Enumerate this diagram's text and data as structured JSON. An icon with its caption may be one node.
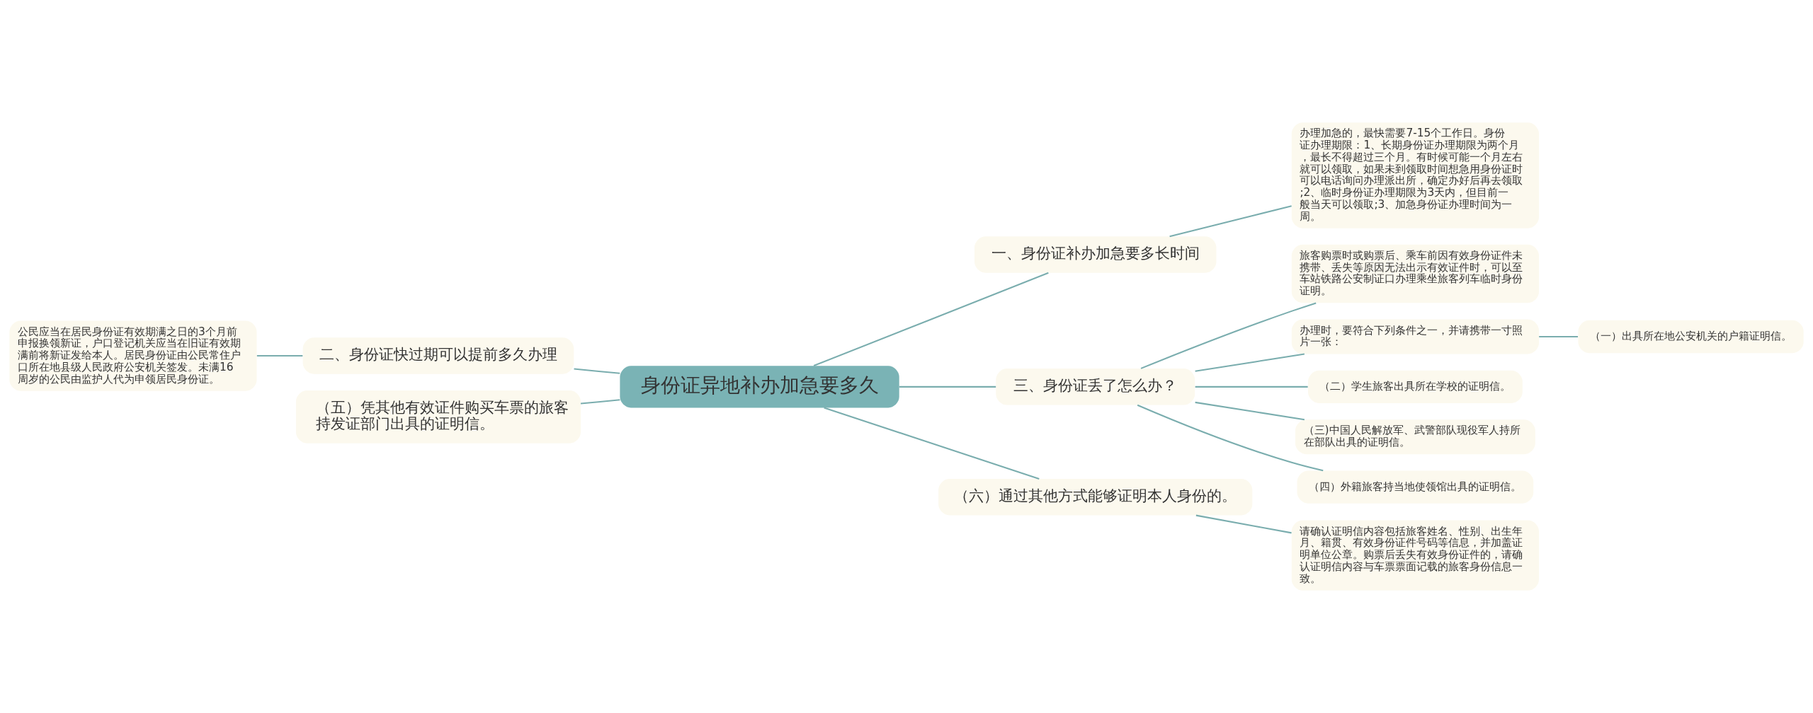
{
  "diagram": {
    "nodes": [
      {
        "text": [
          "身份证异地补办加急要多久"
        ]
      },
      {
        "text": [
          "一、身份证补办加急要多长时间"
        ]
      },
      {
        "text": [
          "办理加急的，最快需要7-15个工作日。身份证办理期限：1、长期身份证办理期限为两个月，最长不得超过三个月。有时候可能一个月左右就可以领取，如果未到领取时间想急用身份证时可以电话询问办理派出所，确定办好后再去领取;2、临时身份证办理期限为3天内，但目前一般当天可以领取;3、加急身份证办理时间为一周。"
        ]
      },
      {
        "text": [
          "三、身份证丢了怎么办？"
        ]
      },
      {
        "text": [
          "旅客购票时或购票后、乘车前因有效身份证件未携带、丢失等原因无法出示有效证件时，可以至车站铁路公安制证口办理乘坐旅客列车临时身份证明。"
        ]
      },
      {
        "text": [
          "办理时，要符合下列条件之一，并请携带一寸照片一张："
        ]
      },
      {
        "text": [
          "（一）出具所在地公安机关的户籍证明信。"
        ]
      },
      {
        "text": [
          "（二）学生旅客出具所在学校的证明信。"
        ]
      },
      {
        "text": [
          "（三)中国人民解放军、武警部队现役军人持所在部队出具的证明信。"
        ]
      },
      {
        "text": [
          "（四）外籍旅客持当地使领馆出具的证明信。"
        ]
      },
      {
        "text": [
          "（六）通过其他方式能够证明本人身份的。"
        ]
      },
      {
        "text": [
          "请确认证明信内容包括旅客姓名、性别、出生年月、籍贯、有效身份证件号码等信息，并加盖证明单位公章。购票后丢失有效身份证件的，请确认证明信内容与车票票面记载的旅客身份信息一致。"
        ]
      },
      {
        "text": [
          "二、身份证快过期可以提前多久办理"
        ]
      },
      {
        "text": [
          "公民应当在居民身份证有效期满之日的3个月前申报换领新证，户口登记机关应当在旧证有效期满前将新证发给本人。居民身份证由公民常住户口所在地县级人民政府公安机关签发。未满16周岁的公民由监护人代为申领居民身份证。"
        ]
      },
      {
        "text": [
          "（五）凭其他有效证件购买车票的旅客持发证部门出具的证明信。"
        ]
      }
    ],
    "edges": [
      {
        "from": 0,
        "to": 1,
        "arrow": "none"
      },
      {
        "from": 1,
        "to": 2,
        "arrow": "none"
      },
      {
        "from": 0,
        "to": 3,
        "arrow": "none"
      },
      {
        "from": 3,
        "to": 4,
        "arrow": "none"
      },
      {
        "from": 3,
        "to": 5,
        "arrow": "none"
      },
      {
        "from": 5,
        "to": 6,
        "arrow": "none"
      },
      {
        "from": 3,
        "to": 7,
        "arrow": "none"
      },
      {
        "from": 3,
        "to": 8,
        "arrow": "none"
      },
      {
        "from": 3,
        "to": 9,
        "arrow": "none"
      },
      {
        "from": 0,
        "to": 10,
        "arrow": "none"
      },
      {
        "from": 10,
        "to": 11,
        "arrow": "none"
      },
      {
        "from": 0,
        "to": 12,
        "arrow": "none"
      },
      {
        "from": 12,
        "to": 13,
        "arrow": "none"
      },
      {
        "from": 0,
        "to": 14,
        "arrow": "none"
      }
    ]
  }
}
